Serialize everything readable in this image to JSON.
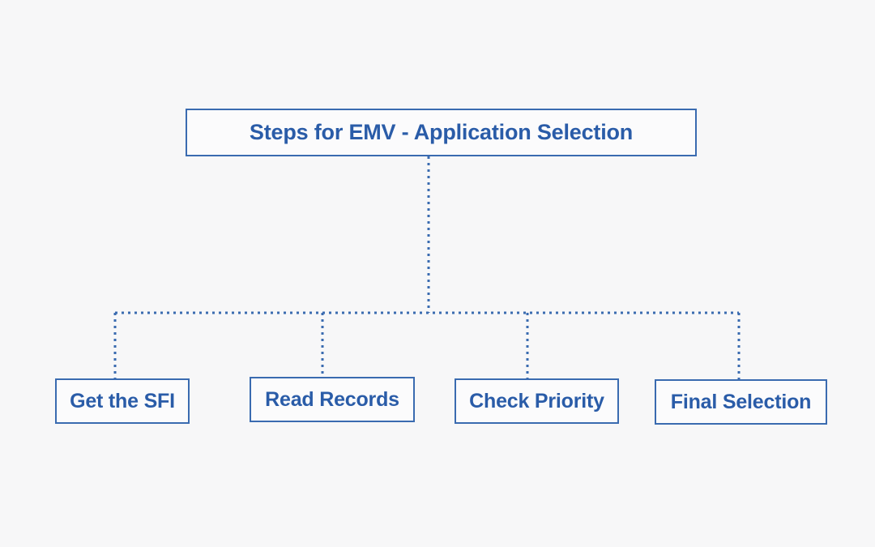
{
  "diagram": {
    "type": "tree",
    "orientation": "top-down",
    "background_color": "#f7f7f8",
    "accent_color": "#2a5ca8",
    "border_color": "#3a6bb0",
    "connector_style": "dotted",
    "root": {
      "id": "root",
      "label": "Steps for EMV - Application Selection"
    },
    "children": [
      {
        "id": "get-the-sfi",
        "label": "Get the SFI"
      },
      {
        "id": "read-records",
        "label": "Read Records"
      },
      {
        "id": "check-priority",
        "label": "Check Priority"
      },
      {
        "id": "final-selection",
        "label": "Final Selection"
      }
    ]
  }
}
